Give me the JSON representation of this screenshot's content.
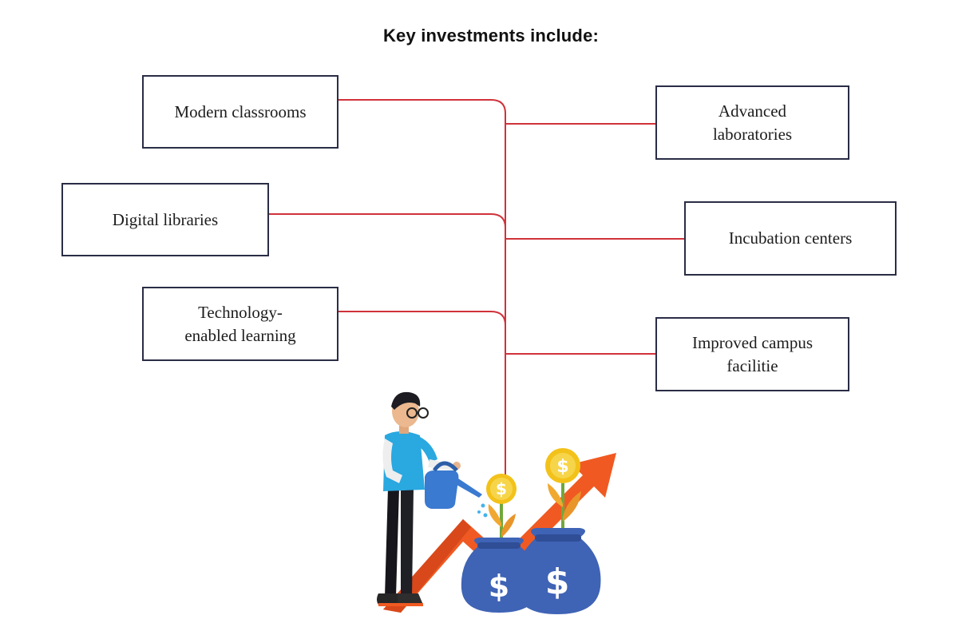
{
  "title": "Key investments include:",
  "investments": {
    "left": [
      {
        "label": "Modern classrooms"
      },
      {
        "label": "Digital libraries"
      },
      {
        "label": "Technology-\nenabled learning"
      }
    ],
    "right": [
      {
        "label": "Advanced\nlaboratories"
      },
      {
        "label": "Incubation centers"
      },
      {
        "label": "Improved campus\nfacilitie"
      }
    ]
  },
  "illustration": {
    "icons": [
      "person-watering-icon",
      "watering-can-icon",
      "growth-arrow-icon",
      "money-bag-icon",
      "dollar-coin-plant-icon"
    ],
    "currency_symbol": "$"
  },
  "colors": {
    "connector": "#d0323a",
    "box_border": "#2a2d45",
    "arrow": "#f05a22",
    "bag": "#3f63b5",
    "coin": "#f3c21a",
    "shirt": "#2aa8e0"
  }
}
